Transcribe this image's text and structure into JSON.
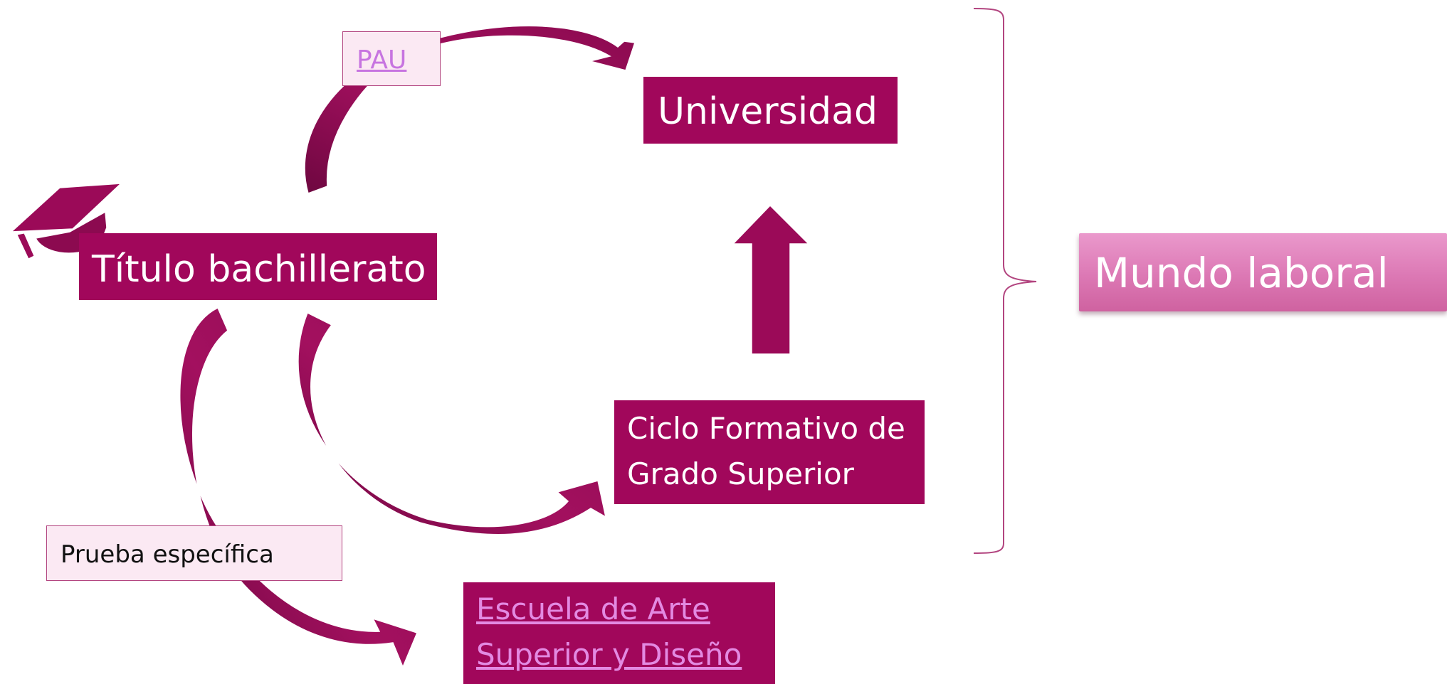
{
  "nodes": {
    "universidad": "Universidad",
    "titulo_bachillerato": "Título bachillerato",
    "ciclo_line1": "Ciclo Formativo de",
    "ciclo_line2": "Grado Superior",
    "escuela_line1": "Escuela de Arte",
    "escuela_line2": "Superior y Diseño",
    "mundo_laboral": "Mundo laboral"
  },
  "labels": {
    "pau": "PAU",
    "prueba_especifica": "Prueba específica"
  },
  "icons": {
    "graduation_cap": "graduation-cap-icon"
  },
  "colors": {
    "primary": "#a1075b",
    "arrow_fill": "#9b0a58",
    "arrow_dark": "#6e0740",
    "label_bg": "#fbe9f3",
    "link": "#e38ae2",
    "mundo_bg": "#dc78b4",
    "brace": "#b2447f"
  }
}
